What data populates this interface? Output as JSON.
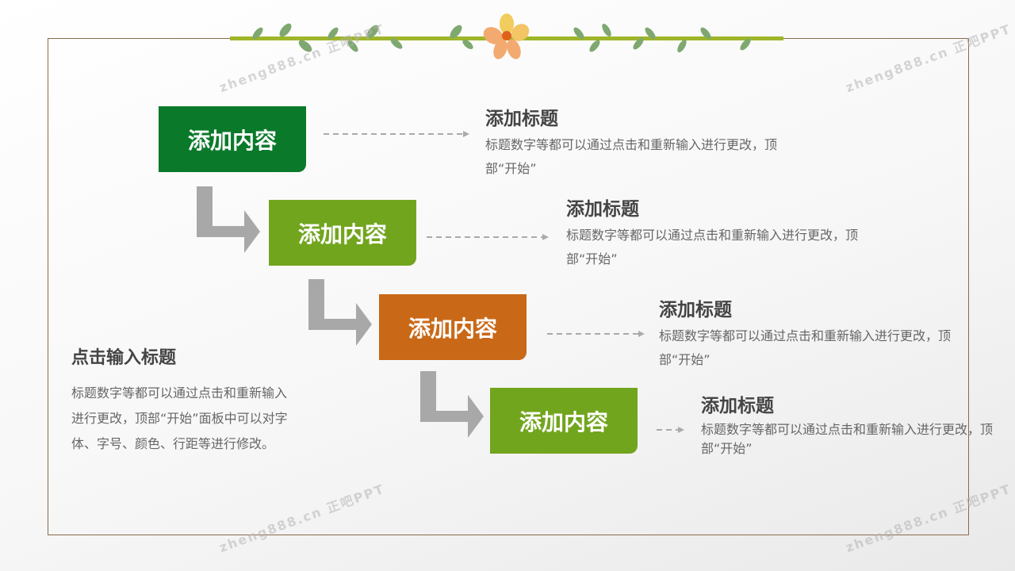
{
  "watermark": "zheng888.cn 正吧PPT",
  "boxes": [
    {
      "label": "添加内容",
      "color": "#0a7a2a"
    },
    {
      "label": "添加内容",
      "color": "#72a51e"
    },
    {
      "label": "添加内容",
      "color": "#c96918"
    },
    {
      "label": "添加内容",
      "color": "#72a51e"
    }
  ],
  "items": [
    {
      "title": "添加标题",
      "desc": "标题数字等都可以通过点击和重新输入进行更改，顶部“开始”"
    },
    {
      "title": "添加标题",
      "desc": "标题数字等都可以通过点击和重新输入进行更改，顶部“开始”"
    },
    {
      "title": "添加标题",
      "desc": "标题数字等都可以通过点击和重新输入进行更改，顶部“开始”"
    },
    {
      "title": "添加标题",
      "desc": "标题数字等都可以通过点击和重新输入进行更改，顶部“开始”"
    }
  ],
  "side": {
    "title": "点击输入标题",
    "desc": "标题数字等都可以通过点击和重新输入进行更改，顶部“开始”面板中可以对字体、字号、颜色、行距等进行修改。"
  }
}
